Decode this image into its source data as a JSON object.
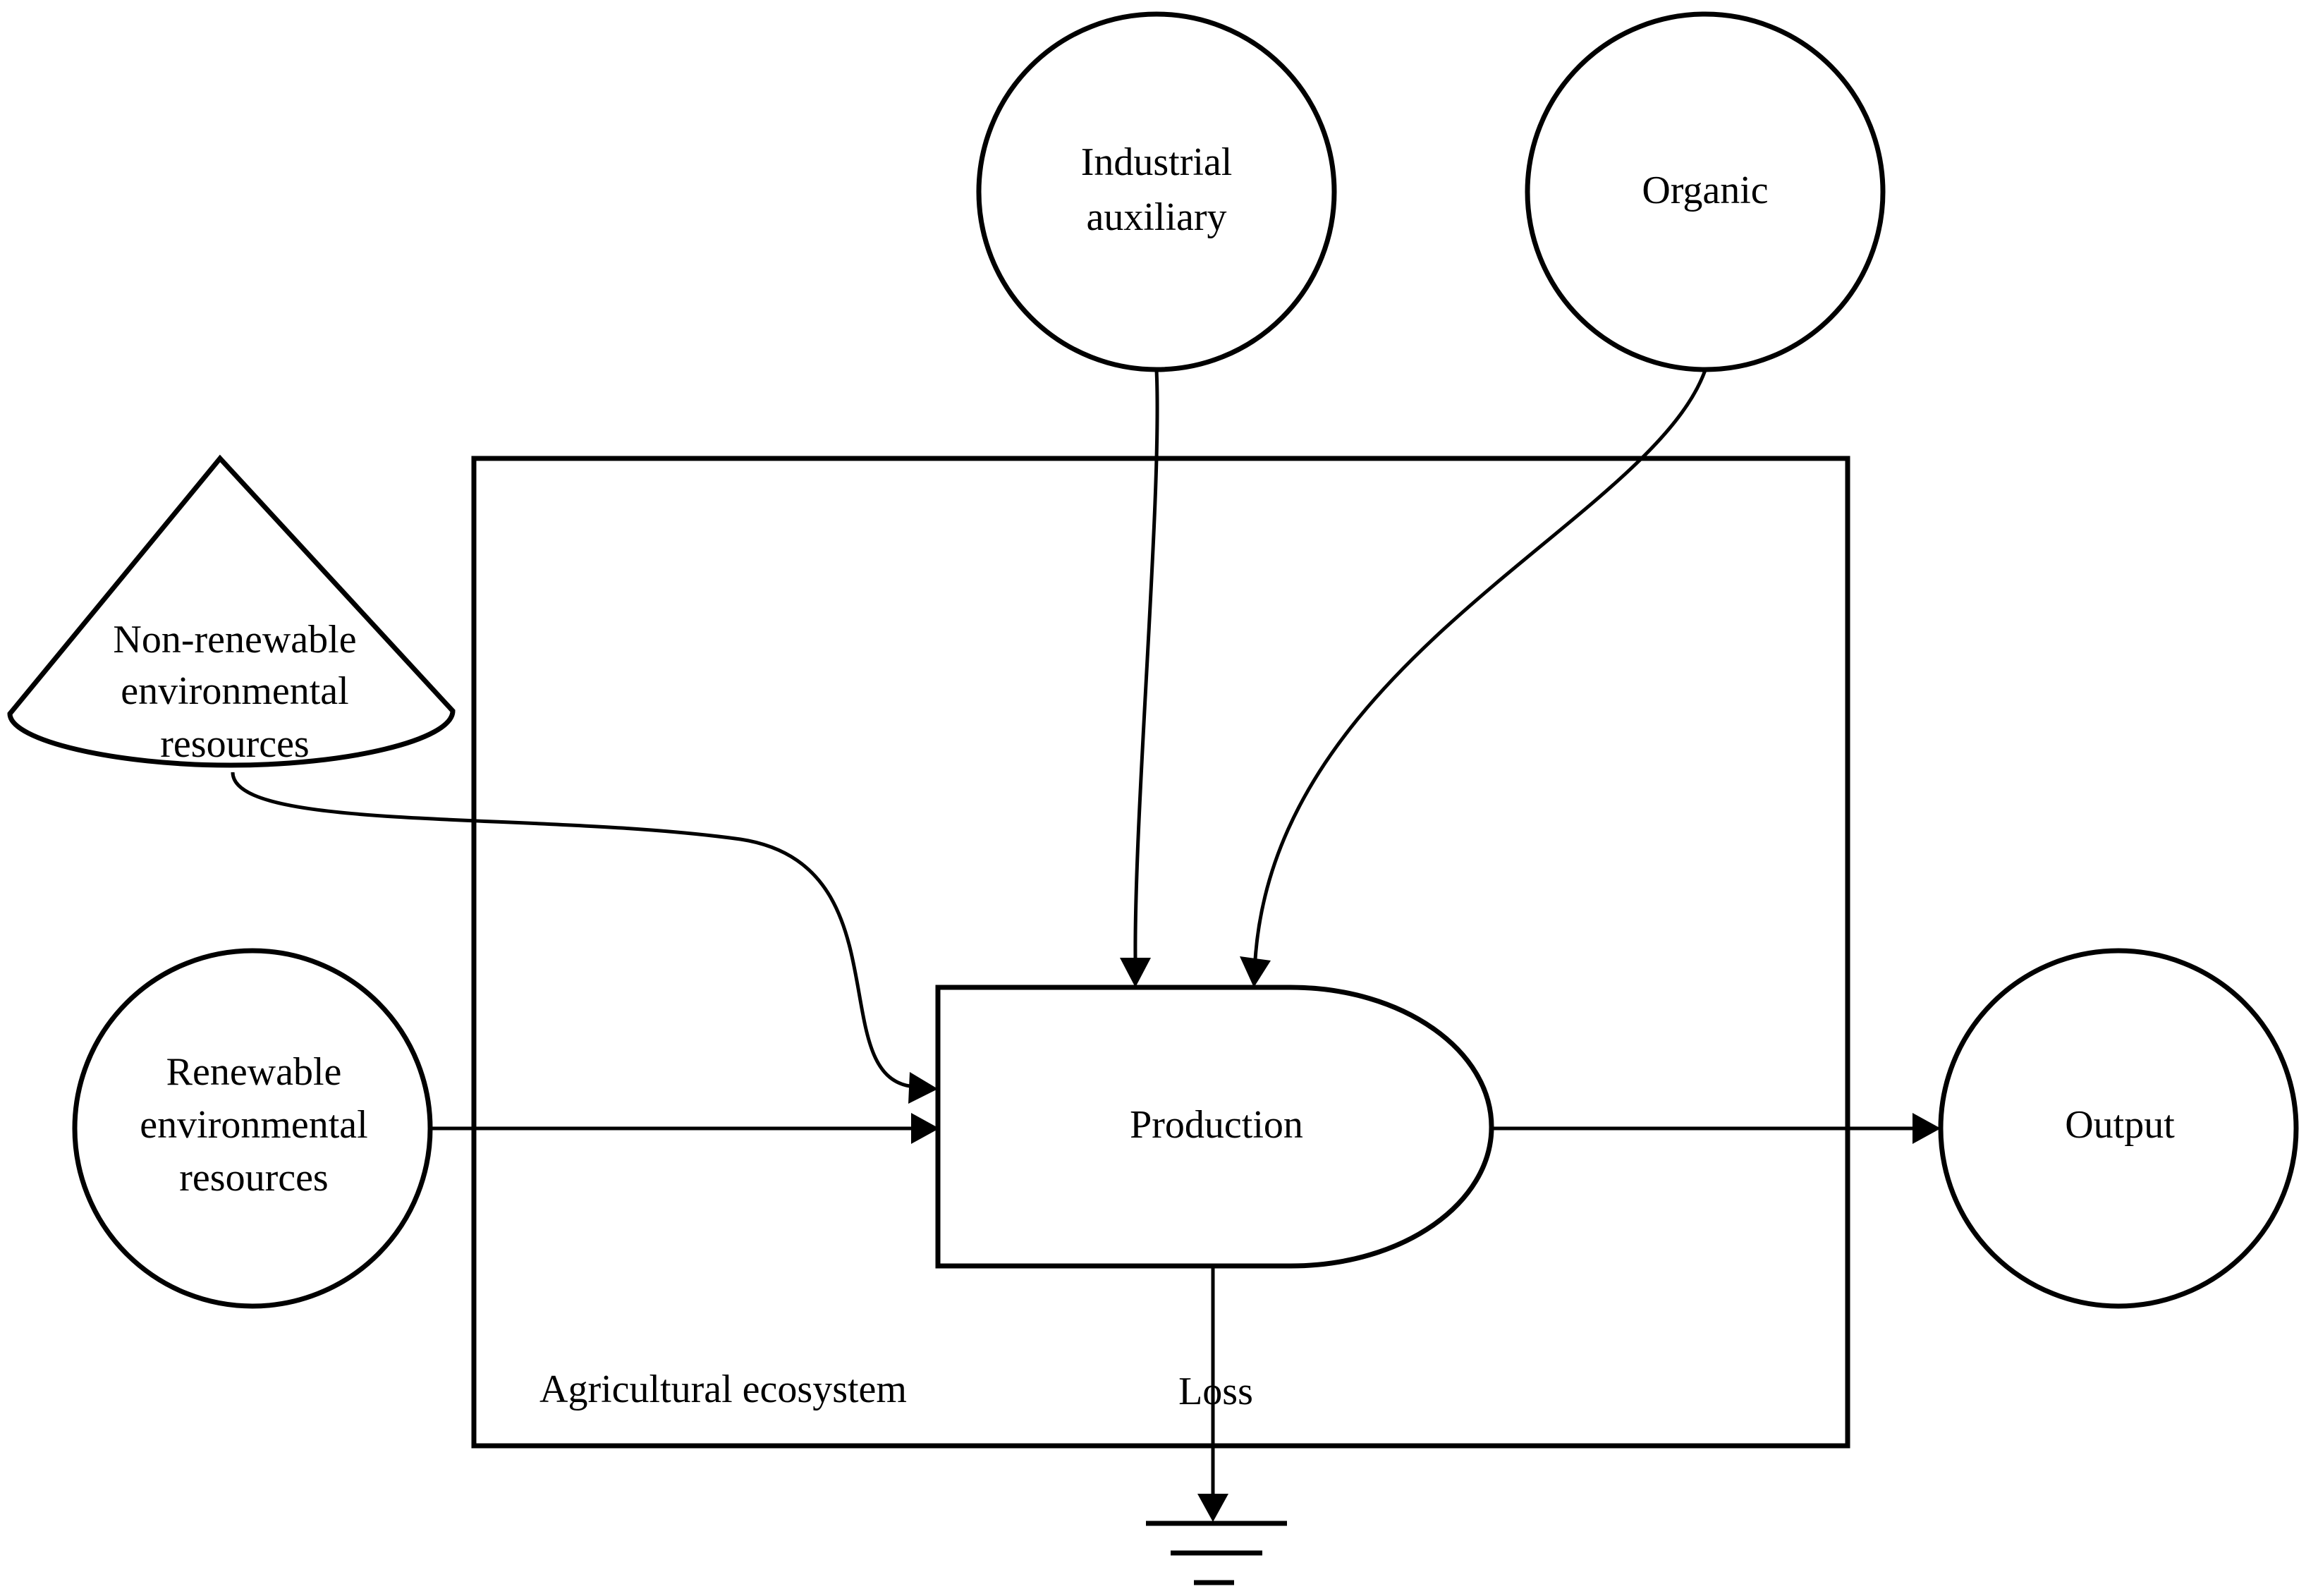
{
  "diagram": {
    "system_label": "Agricultural ecosystem",
    "nodes": {
      "industrial": {
        "lines": [
          "Industrial",
          "auxiliary"
        ]
      },
      "organic": {
        "lines": [
          "Organic"
        ]
      },
      "non_renewable": {
        "lines": [
          "Non-renewable",
          "environmental",
          "resources"
        ]
      },
      "renewable": {
        "lines": [
          "Renewable",
          "environmental",
          "resources"
        ]
      },
      "production": {
        "label": "Production"
      },
      "output": {
        "label": "Output"
      }
    },
    "loss_label": "Loss"
  }
}
